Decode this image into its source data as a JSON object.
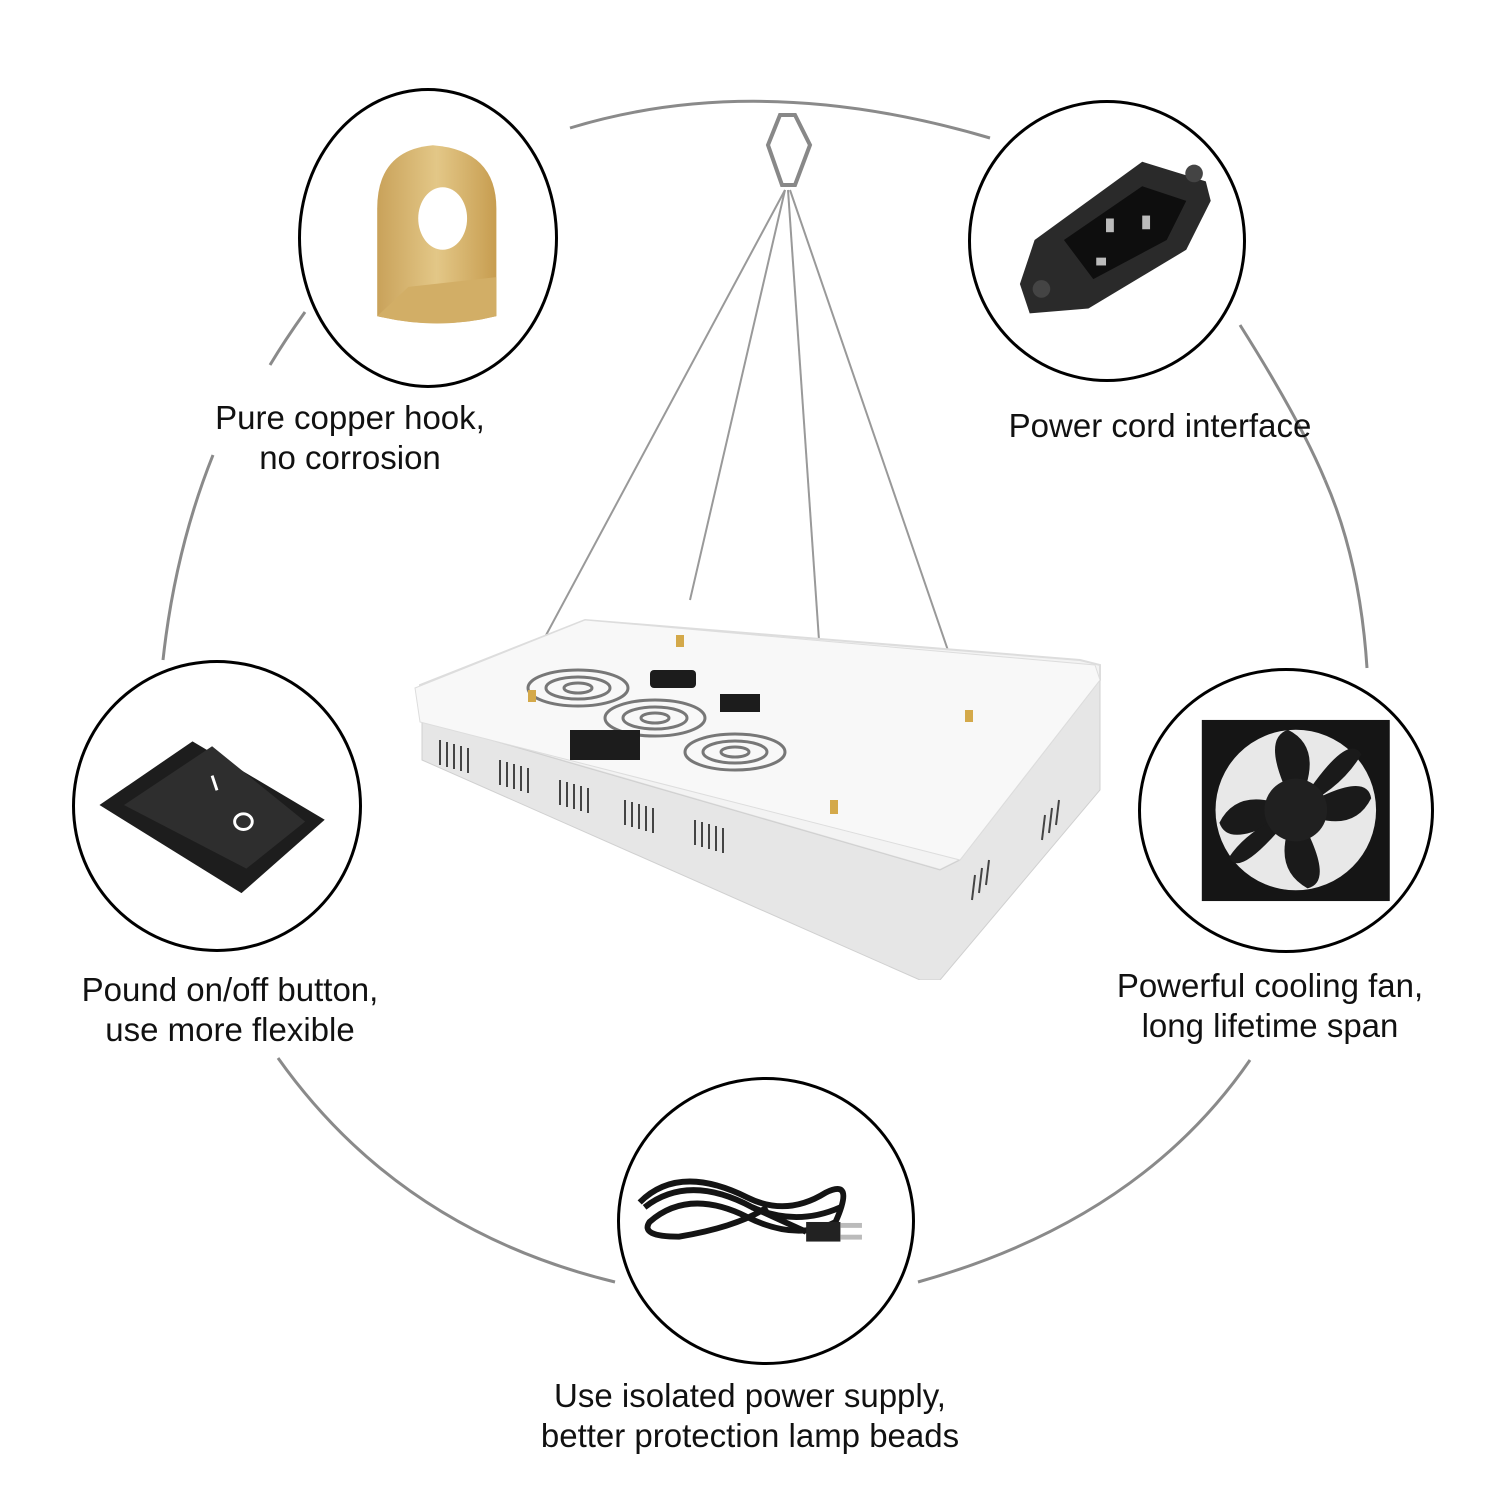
{
  "features": [
    {
      "id": "copper-hook",
      "icon": "copper-hook-icon",
      "lines": [
        "Pure copper hook,",
        "no corrosion"
      ]
    },
    {
      "id": "power-cord-interface",
      "icon": "power-inlet-icon",
      "lines": [
        "Power cord interface"
      ]
    },
    {
      "id": "on-off-button",
      "icon": "rocker-switch-icon",
      "lines": [
        "Pound on/off button,",
        "use more flexible"
      ]
    },
    {
      "id": "cooling-fan",
      "icon": "cooling-fan-icon",
      "lines": [
        "Powerful cooling fan,",
        "long lifetime span"
      ]
    },
    {
      "id": "power-supply",
      "icon": "power-cord-icon",
      "lines": [
        "Use isolated power supply,",
        "better protection lamp beads"
      ]
    }
  ],
  "product": {
    "name": "LED grow light panel",
    "icon": "grow-light-panel-icon"
  },
  "colors": {
    "connector": "#8a8a8a",
    "outline": "#000000",
    "copper": "#d8b66a",
    "panel": "#f4f4f4",
    "dark": "#1c1c1c"
  }
}
